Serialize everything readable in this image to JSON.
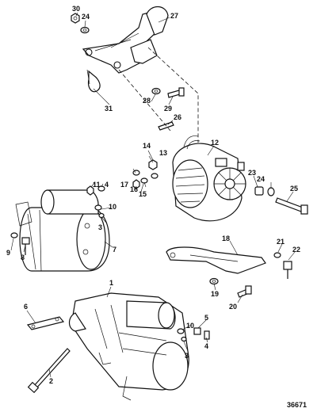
{
  "callouts": {
    "c1": "1",
    "c2": "2",
    "c3a": "3",
    "c3b": "3",
    "c4a": "4",
    "c4b": "4",
    "c5": "5",
    "c6": "6",
    "c7": "7",
    "c8": "8",
    "c9": "9",
    "c10a": "10",
    "c10b": "10",
    "c11": "11",
    "c12": "12",
    "c13": "13",
    "c14": "14",
    "c15": "15",
    "c16": "16",
    "c17": "17",
    "c18": "18",
    "c19": "19",
    "c20": "20",
    "c21": "21",
    "c22": "22",
    "c23": "23",
    "c24a": "24",
    "c24b": "24",
    "c25": "25",
    "c26": "26",
    "c27": "27",
    "c28": "28",
    "c29": "29",
    "c30": "30",
    "c31": "31"
  },
  "reference_number": "36671"
}
